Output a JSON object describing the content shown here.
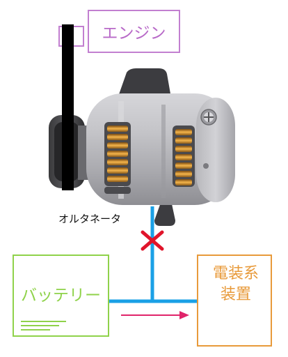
{
  "labels": {
    "engine": "エンジン",
    "alternator": "オルタネータ",
    "battery": "バッテリー",
    "electrical_line1": "電装系",
    "electrical_line2": "装置"
  },
  "colors": {
    "engine": "#c27fd0",
    "battery": "#8fd24a",
    "electrical": "#e89a3a",
    "wire": "#1aa0e6",
    "cross": "#e0142a",
    "arrow": "#e0246a",
    "belt": "#000000",
    "alternator_body": "#b9b9bd",
    "vent": "#f3b24a"
  },
  "icons": {
    "disconnect": "cross-mark-icon",
    "current_direction": "right-arrow-icon",
    "battery_ground": "ground-symbol-icon"
  }
}
